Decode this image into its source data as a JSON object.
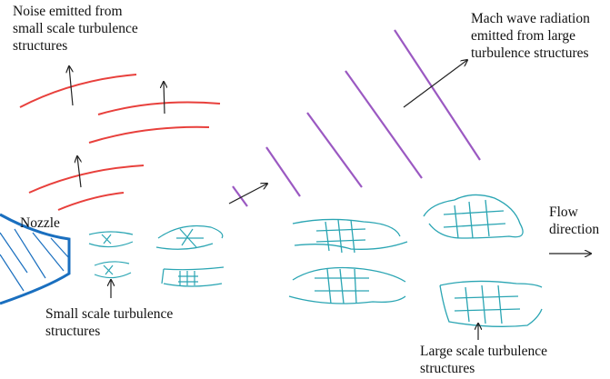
{
  "labels": {
    "noise_small": [
      "Noise emitted from",
      "small scale turbulence",
      "structures"
    ],
    "mach_wave": [
      "Mach wave radiation",
      "emitted from large",
      "turbulence structures"
    ],
    "nozzle": "Nozzle",
    "flow": [
      "Flow",
      "direction"
    ],
    "small_scale": [
      "Small  scale turbulence",
      "structures"
    ],
    "large_scale": [
      "Large scale turbulence",
      "structures"
    ]
  },
  "colors": {
    "red_wave": "#e8403c",
    "purple_wave": "#9b59c2",
    "nozzle_blue": "#1a6fbf",
    "turbulence_teal": "#2aa5b3",
    "arrow": "#222222",
    "text": "#111111"
  }
}
